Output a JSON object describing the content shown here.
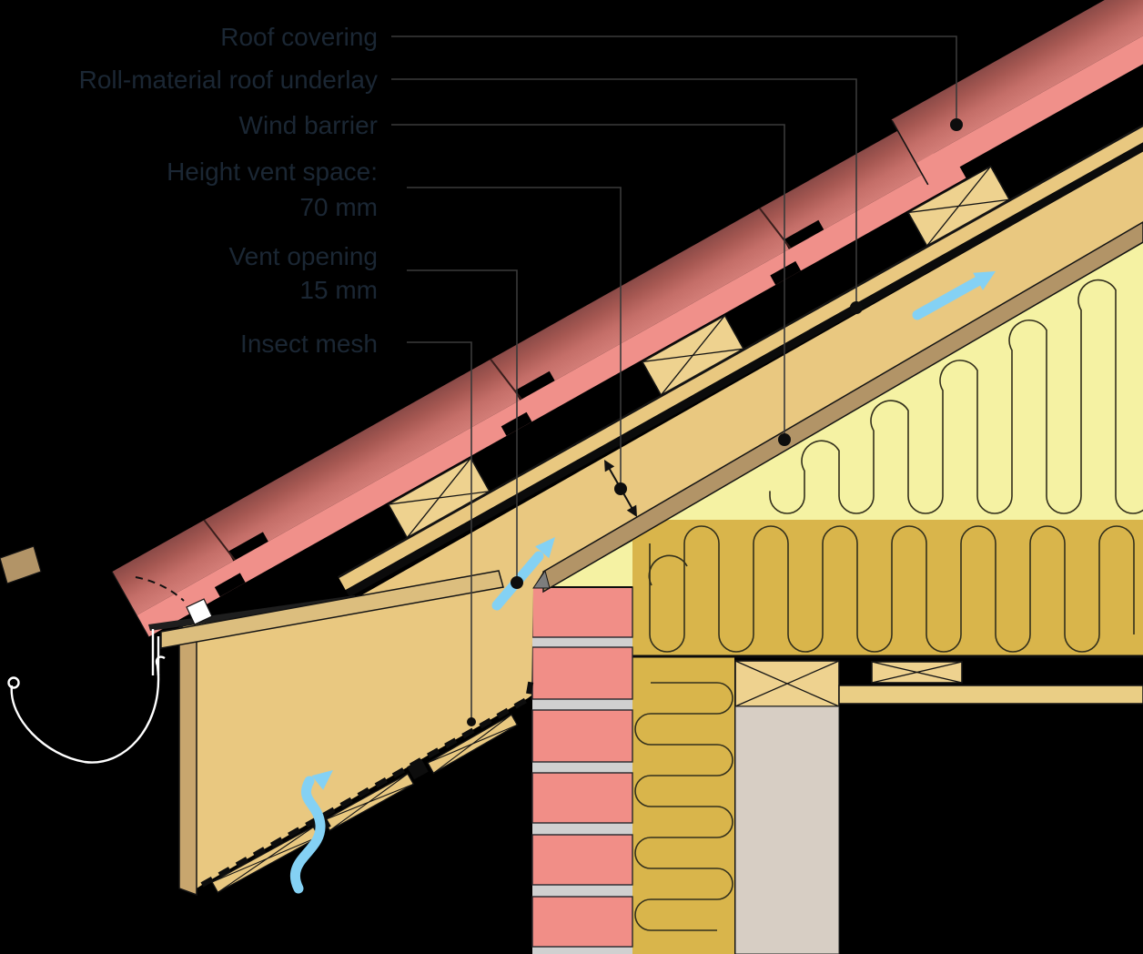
{
  "labels": {
    "roof_covering": "Roof covering",
    "roof_underlay": "Roll-material roof underlay",
    "wind_barrier": "Wind barrier",
    "vent_space_1": "Height vent space:",
    "vent_space_2": "70 mm",
    "vent_opening_1": "Vent opening",
    "vent_opening_2": "15 mm",
    "insect_mesh": "Insect mesh"
  },
  "colors": {
    "background": "#000000",
    "tile_dark": "#8a4a47",
    "tile_mid": "#c06a64",
    "tile_light": "#d37d77",
    "tile_strip_salmon": "#f0908a",
    "wood_tan": "#e9c880",
    "wood_light": "#eed28f",
    "flat_board": "#dcbe7e",
    "fascia": "#c8a66e",
    "wind_board_brown": "#b29467",
    "insulation_pale": "#f5f2a3",
    "insulation_mustard": "#d9b54b",
    "squiggle": "#33301c",
    "brick_red": "#f18e87",
    "mortar_gray": "#d0d0d0",
    "interior_gray": "#d7cec4",
    "triangle_gray": "#7d7d7d",
    "airflow_blue": "#84d1f4",
    "label_text": "#1b2734",
    "leader": "#3a3a3a",
    "outline": "#141414"
  }
}
